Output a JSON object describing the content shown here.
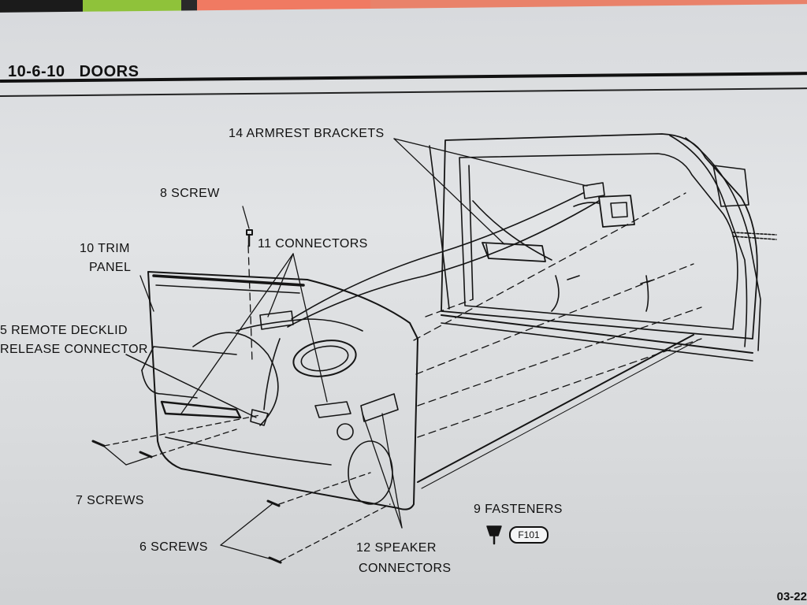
{
  "header": {
    "section_number": "10-6-10",
    "section_title": "DOORS",
    "page_number": "03-22"
  },
  "labels": {
    "armrest_brackets": "14  ARMREST BRACKETS",
    "screw": "8  SCREW",
    "trim_panel_line1": "10  TRIM",
    "trim_panel_line2": "PANEL",
    "connectors": "11  CONNECTORS",
    "remote_decklid_line1": "5  REMOTE DECKLID",
    "remote_decklid_line2": "RELEASE CONNECTOR",
    "screws_7": "7  SCREWS",
    "screws_6": "6  SCREWS",
    "fasteners": "9  FASTENERS",
    "speaker_line1": "12  SPEAKER",
    "speaker_line2": "CONNECTORS",
    "fastener_code": "F101"
  },
  "colors": {
    "paper": "#e0e2e4",
    "ink": "#111111",
    "bleed_through": "#b9bcc0",
    "desk_green": "#8fc23a",
    "desk_pink": "#f07a62"
  }
}
